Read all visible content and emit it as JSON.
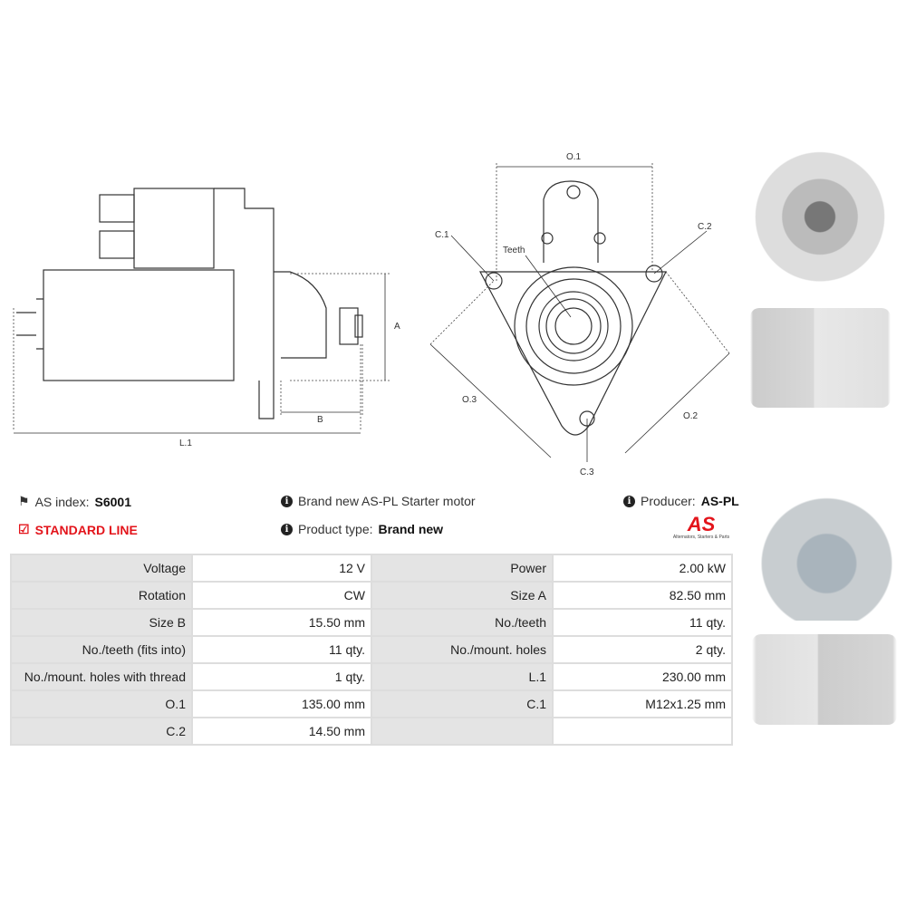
{
  "diagram": {
    "labels": {
      "A": "A",
      "B": "B",
      "L1": "L.1",
      "O1": "O.1",
      "O2": "O.2",
      "O3": "O.3",
      "C1": "C.1",
      "C2": "C.2",
      "C3": "C.3",
      "teeth": "Teeth"
    }
  },
  "info": {
    "as_index_label": "AS index:",
    "as_index_value": "S6001",
    "line": "STANDARD LINE",
    "description": "Brand new AS-PL Starter motor",
    "product_type_label": "Product type:",
    "product_type_value": "Brand new",
    "producer_label": "Producer:",
    "producer_value": "AS-PL",
    "logo_text": "AS",
    "logo_tagline": "Alternators, Starters & Parts"
  },
  "colors": {
    "accent": "#e3141b"
  },
  "specs": [
    [
      {
        "label": "Voltage",
        "value": "12 V"
      },
      {
        "label": "Power",
        "value": "2.00 kW"
      }
    ],
    [
      {
        "label": "Rotation",
        "value": "CW"
      },
      {
        "label": "Size A",
        "value": "82.50 mm"
      }
    ],
    [
      {
        "label": "Size B",
        "value": "15.50 mm"
      },
      {
        "label": "No./teeth",
        "value": "11 qty."
      }
    ],
    [
      {
        "label": "No./teeth (fits into)",
        "value": "11 qty."
      },
      {
        "label": "No./mount. holes",
        "value": "2 qty."
      }
    ],
    [
      {
        "label": "No./mount. holes with thread",
        "value": "1 qty."
      },
      {
        "label": "L.1",
        "value": "230.00 mm"
      }
    ],
    [
      {
        "label": "O.1",
        "value": "135.00 mm"
      },
      {
        "label": "C.1",
        "value": "M12x1.25 mm"
      }
    ],
    [
      {
        "label": "C.2",
        "value": "14.50 mm"
      },
      {
        "label": "",
        "value": ""
      }
    ]
  ]
}
